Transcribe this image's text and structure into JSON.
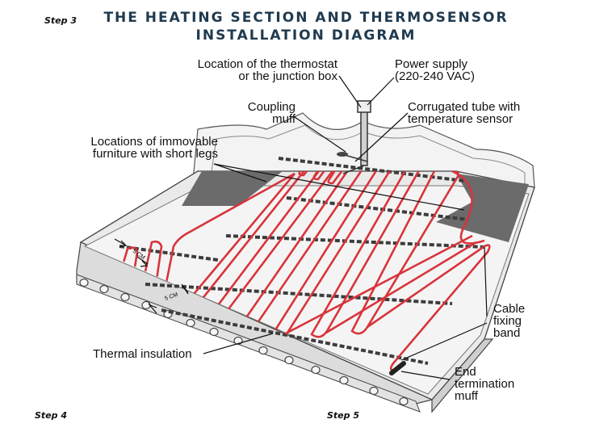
{
  "steps": {
    "step3": "Step 3",
    "step4": "Step 4",
    "step5": "Step 5"
  },
  "title": {
    "line1": "THE HEATING SECTION AND THERMOSENSOR",
    "line2": "INSTALLATION DIAGRAM"
  },
  "labels": {
    "thermostat": [
      "Location of the thermostat",
      "or the junction box"
    ],
    "power": [
      "Power supply",
      "(220-240 VAC)"
    ],
    "coupling": [
      "Coupling",
      "muff"
    ],
    "corrugated": [
      "Corrugated tube with",
      "temperature sensor"
    ],
    "furniture": [
      "Locations of immovable",
      "furniture with short legs"
    ],
    "cable_band": [
      "Cable",
      "fixing",
      "band"
    ],
    "thermal": "Thermal insulation",
    "end_muff": [
      "End",
      "termination",
      "muff"
    ],
    "spacing_1": "5 CM",
    "spacing_2": "5 CM"
  },
  "colors": {
    "title": "#1f3a4f",
    "cable": "#d8343b",
    "floor": "#e9e9e9",
    "furniture_zone": "#6b6b6b",
    "fixing_band": "#3c3c3c"
  }
}
